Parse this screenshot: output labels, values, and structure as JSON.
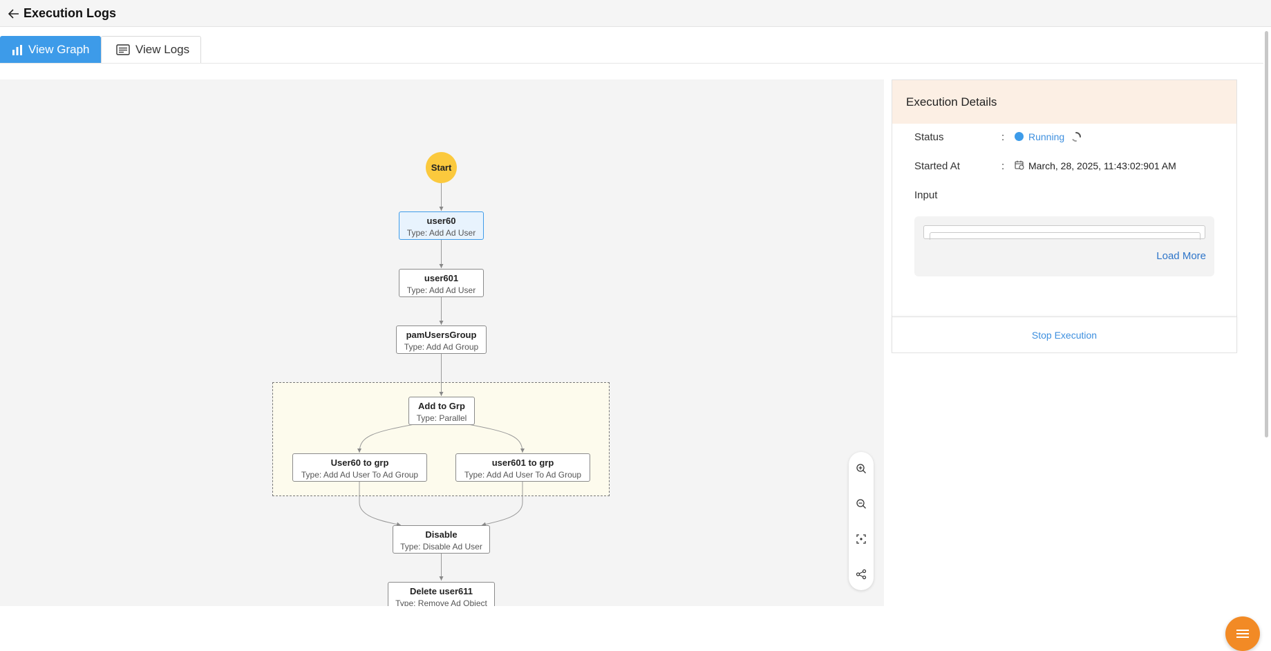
{
  "header": {
    "title": "Execution Logs"
  },
  "tabs": {
    "graph_label": "View Graph",
    "logs_label": "View Logs"
  },
  "graph": {
    "start_label": "Start",
    "nodes": [
      {
        "title": "user60",
        "type": "Type: Add Ad User"
      },
      {
        "title": "user601",
        "type": "Type: Add Ad User"
      },
      {
        "title": "pamUsersGroup",
        "type": "Type: Add Ad Group"
      },
      {
        "title": "Add to Grp",
        "type": "Type: Parallel"
      },
      {
        "title": "User60 to grp",
        "type": "Type: Add Ad User To Ad Group"
      },
      {
        "title": "user601 to grp",
        "type": "Type: Add Ad User To Ad Group"
      },
      {
        "title": "Disable",
        "type": "Type: Disable Ad User"
      },
      {
        "title": "Delete user611",
        "type": "Type: Remove Ad Object"
      }
    ]
  },
  "details": {
    "title": "Execution Details",
    "status_label": "Status",
    "status_value": "Running",
    "started_label": "Started At",
    "started_value": "March, 28, 2025, 11:43:02:901 AM",
    "input_label": "Input",
    "load_more": "Load More",
    "stop_button": "Stop Execution",
    "colon": ":"
  },
  "colors": {
    "accent": "#3d9be9",
    "start_node": "#fbc93d",
    "fab": "#f28a25",
    "details_header": "#fcefe4"
  }
}
